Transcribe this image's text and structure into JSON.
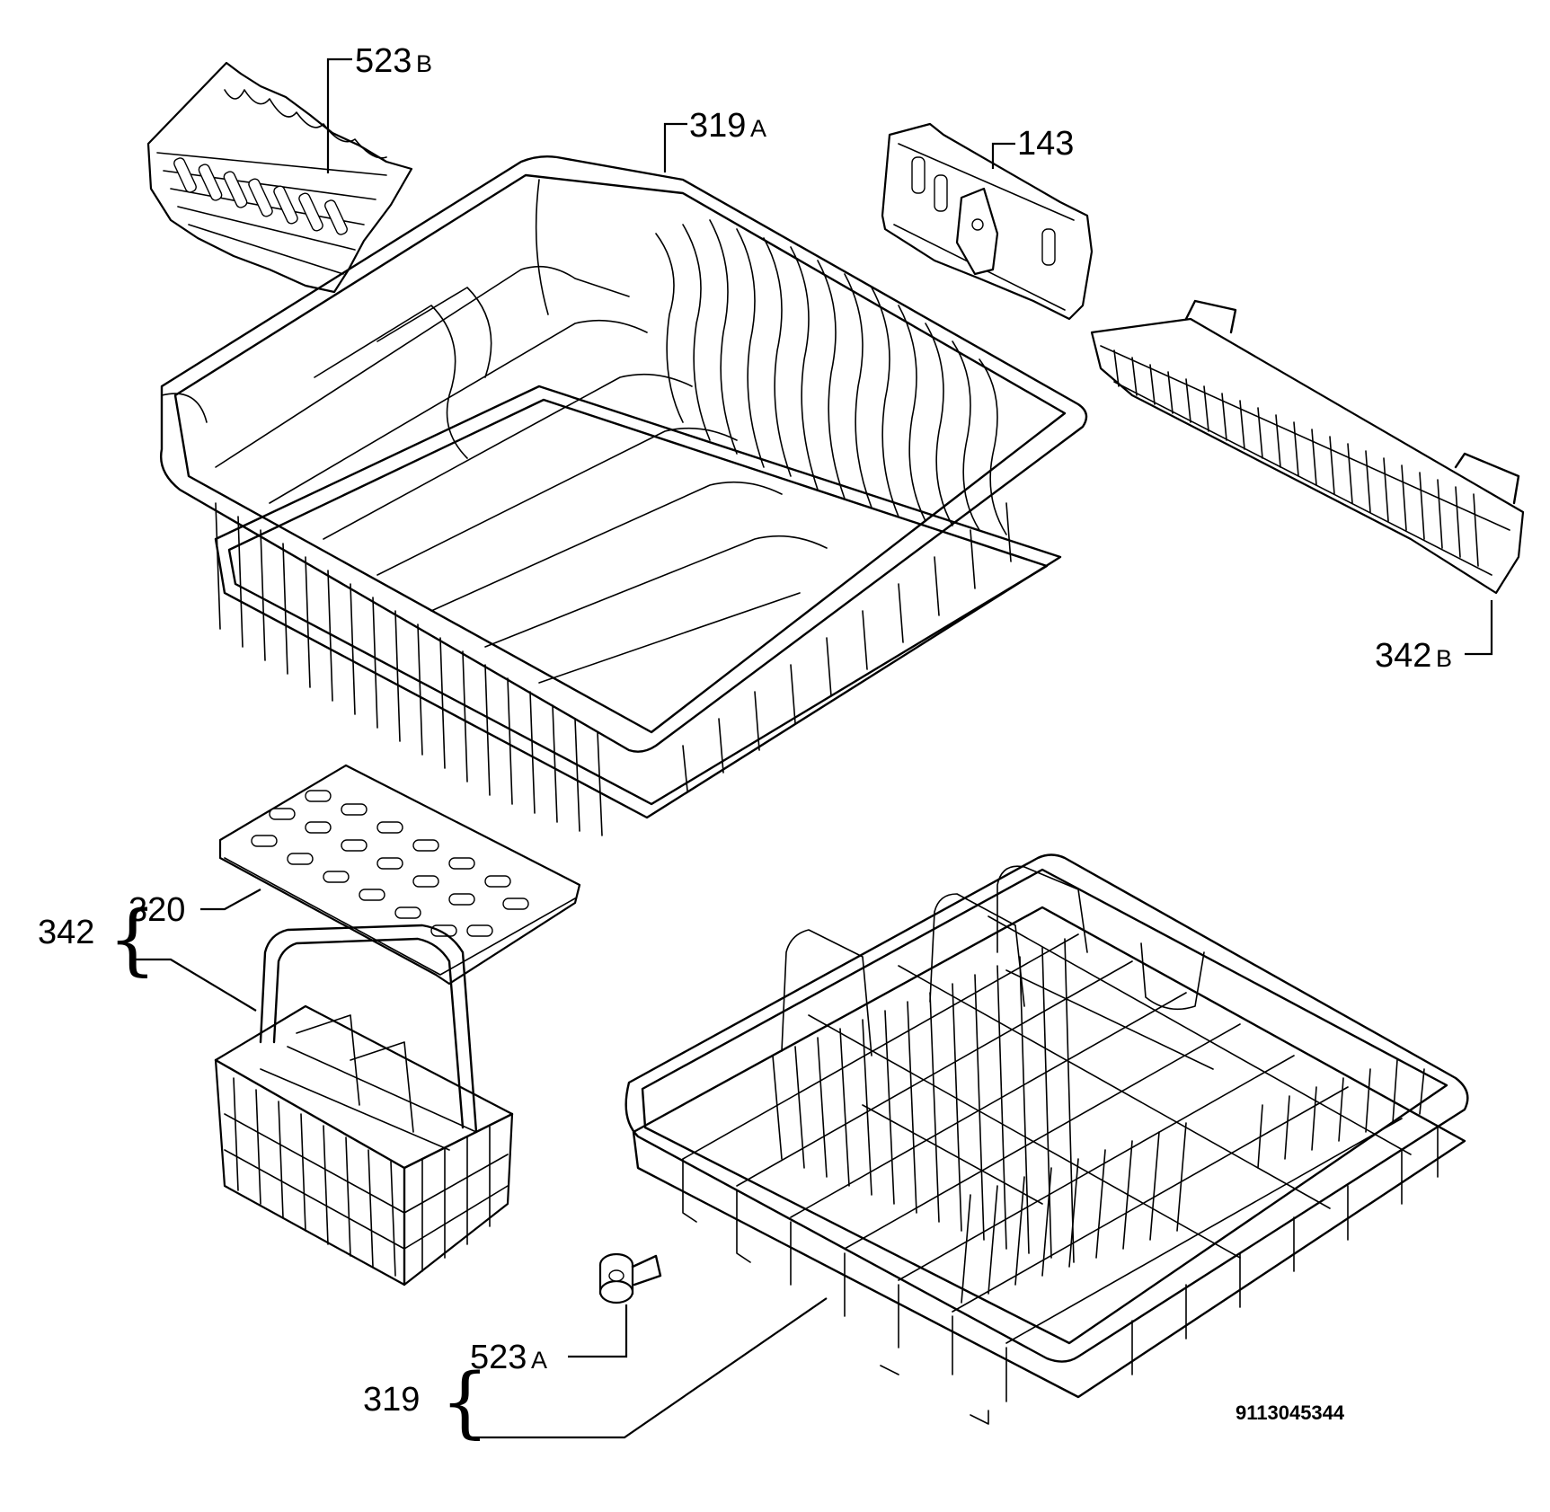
{
  "labels": {
    "p523b": {
      "num": "523",
      "suffix": "B"
    },
    "p319a": {
      "num": "319",
      "suffix": "A"
    },
    "p143": {
      "num": "143"
    },
    "p342b": {
      "num": "342",
      "suffix": "B"
    },
    "p320": {
      "num": "320"
    },
    "p342": {
      "num": "342"
    },
    "p523a": {
      "num": "523",
      "suffix": "A"
    },
    "p319": {
      "num": "319"
    }
  },
  "document_number": "9113045344"
}
